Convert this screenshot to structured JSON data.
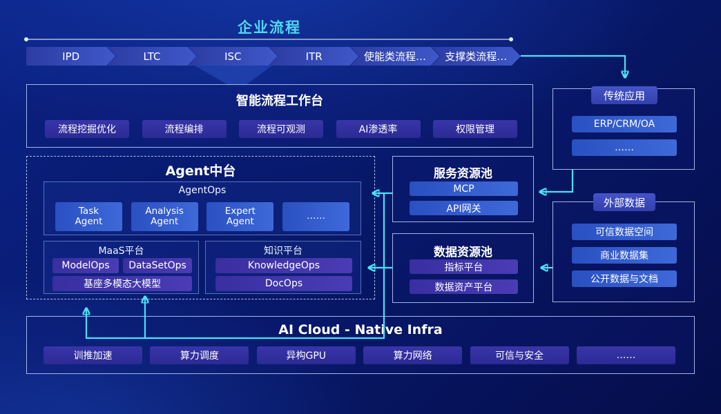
{
  "header": {
    "title": "企业流程",
    "chevrons": [
      "IPD",
      "LTC",
      "ISC",
      "ITR",
      "使能类流程…",
      "支撑类流程…"
    ]
  },
  "workbench": {
    "title": "智能流程工作台",
    "buttons": [
      "流程挖掘优化",
      "流程编排",
      "流程可观测",
      "AI渗透率",
      "权限管理"
    ]
  },
  "agent_platform": {
    "title": "Agent中台",
    "agentops": {
      "title": "AgentOps",
      "agents": [
        "Task Agent",
        "Analysis Agent",
        "Expert Agent",
        "……"
      ]
    },
    "maas": {
      "title": "MaaS平台",
      "items": [
        "ModelOps",
        "DataSetOps"
      ],
      "base_model": "基座多模态大模型"
    },
    "knowledge": {
      "title": "知识平台",
      "items": [
        "KnowledgeOps",
        "DocOps"
      ]
    }
  },
  "service_pool": {
    "title": "服务资源池",
    "items": [
      "MCP",
      "API网关"
    ]
  },
  "data_pool": {
    "title": "数据资源池",
    "items": [
      "指标平台",
      "数据资产平台"
    ]
  },
  "legacy_apps": {
    "title": "传统应用",
    "items": [
      "ERP/CRM/OA",
      "……"
    ]
  },
  "external_data": {
    "title": "外部数据",
    "items": [
      "可信数据空间",
      "商业数据集",
      "公开数据与文档"
    ]
  },
  "infra": {
    "title": "AI Cloud - Native Infra",
    "items": [
      "训推加速",
      "算力调度",
      "异构GPU",
      "算力网络",
      "可信与安全",
      "……"
    ]
  },
  "colors": {
    "accent_cyan": "#49e3f7",
    "title_cyan": "#4fd9f2",
    "chip_blue": "#2f5ccd",
    "chip_indigo": "#312f9e",
    "chip_purple": "#3c31a5",
    "background_navy": "#081a6e"
  }
}
